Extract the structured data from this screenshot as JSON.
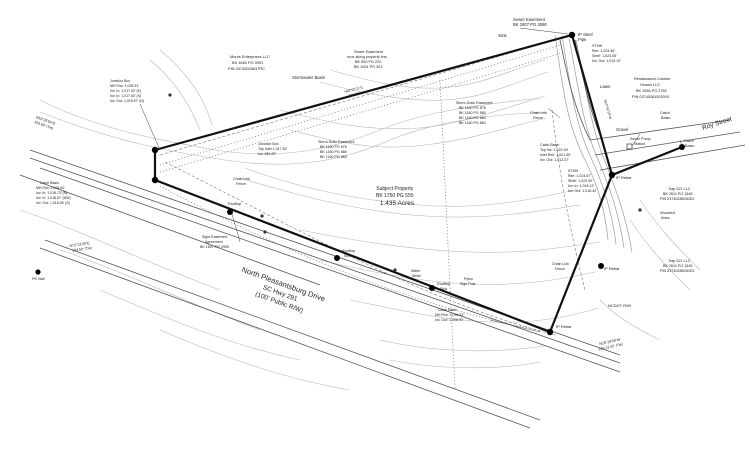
{
  "labels": {
    "sewer_easement_top": [
      "Sewer Easement",
      "BK 1607 PG 2590"
    ],
    "sink": "Sink",
    "ip_steel_pipe": [
      "IP Steel",
      "Pipe"
    ],
    "sewer_easement_2": [
      "Sewer Easement",
      "runs along property line,",
      "BK 890 PG 220",
      "BK 1091 PG 301"
    ],
    "morris_enterprises": [
      "Morris Enterprises LLC",
      "BK 1660 PG 0902",
      "PIN 03740028037RC"
    ],
    "stormwater_basin": "Stormwater Basin",
    "junction_box_left": [
      "Junction Box",
      "MH Rim: 1,028.33'",
      "Inv. In: 1,017.92' (E)",
      "Inv. In: 1,017.60' (S)",
      "Inv. Out: 1,018.57' (N)"
    ],
    "junction_box_mid": [
      "Junction Box",
      "Top Inlet 1,017.82'",
      "Inv. 981.82'"
    ],
    "storm_drain_easement_a": [
      "Storm Drain Easement",
      "BK 1160 PG 876",
      "BK 1160 PG 880",
      "BK 1160 PG 883"
    ],
    "storm_drain_easement_b": [
      "Storm Drain Easement",
      "BK 1160 PG 876",
      "BK 1160 PG 880",
      "BK 1160 PG 883",
      "BK 1160 PG 884"
    ],
    "stmh_top": [
      "STMH",
      "Rim: 1,024.46'",
      "Shelf: 1,023.55'",
      "Inv. Out: 1,019.10'"
    ],
    "lawn": "Lawn",
    "renaissance": [
      "Renaissance Custom",
      "Homes LLC",
      "BK 1556 PG 2755",
      "PIN 03740281003000"
    ],
    "chain_link_fence_a": [
      "Chain Link",
      "Fence"
    ],
    "chain_link_fence_b": [
      "Chain Link",
      "Fence"
    ],
    "chain_link_fence_c": [
      "Chain Link",
      "Fence"
    ],
    "catch_basin_right": [
      "Catch",
      "Basin"
    ],
    "catch_basin_far_right": [
      "Catch",
      "Basin"
    ],
    "gravel": "Gravel",
    "sewer_pump_station": [
      "Sewer Pump",
      "Station"
    ],
    "roy_street": "Roy Street",
    "catch_basin_mid": [
      "Catch Basin",
      "Top Inv: 1,022.49'",
      "Inlet Rim: 1,021.49'",
      "Inv. Out: 1,012.37'"
    ],
    "stmh_mid": [
      "STMH",
      "Rim: 1,024.67'",
      "Shelf: 1,020.90'",
      "Inv. In: 1,018.12'",
      "Inv. Out: 1,018.42'"
    ],
    "ip_rebar_right": "IP Rebar",
    "wooded_area": [
      "Wooded",
      "Area"
    ],
    "tg_221_a": [
      "Trap 221 LLC",
      "BK 2611 PG 1545",
      "PIN 03740286030D2"
    ],
    "tg_221_b": [
      "Trap 221 LLC",
      "BK 2611 PG 1545",
      "PIN 03740286030D3"
    ],
    "ncdot_rw": "NCDOT R/W",
    "catch_basin_left": [
      "Catch Basin",
      "MH Rim: 1,024.60'",
      "Inv. In: 1,018.73' (N)",
      "Inv. In: 1,018.57' (NW)",
      "Inv. Out: 1,018.55' (S)"
    ],
    "subject_property": [
      "Subject Property",
      "BK 1750 PG 555",
      "1.435 Acres"
    ],
    "rooftop_a": "Rooftop",
    "rooftop_b": [
      "Rooftop",
      "Sink"
    ],
    "rooftop_c": [
      "Rooftop",
      "Sink"
    ],
    "sight_easement": [
      "Sight Easement",
      "Agreement",
      "BK 1607 PG 2595"
    ],
    "water_meter": [
      "Water",
      "Meter"
    ],
    "pylon_sign_post": [
      "Pylon",
      "Sign Post"
    ],
    "catch_basin_bottom": [
      "Catch Basin",
      "MH Rim: 1,026.83'",
      "Inv. Out: 1,006.00'"
    ],
    "iron_pipe": "IP Rebar",
    "pk_nail": "PK Nail",
    "north_drive": [
      "North Pleasantsburg Drive",
      "SC Hwy 291",
      "(100' Public R/W)"
    ],
    "left_rw": [
      "N53°25'05\"E",
      "103.58' (Tie)"
    ],
    "left_rw_2": [
      "N72°12'35\"E",
      "104.50' (Tie)"
    ],
    "bottom_right_rw": [
      "N16°19'56\"W",
      "218.13.42' (Tie)"
    ],
    "callout_n13": "N13°42'15\"W",
    "callout_mid_north": [
      "N62°07'11\"E",
      "306.24'"
    ],
    "callout_ip_rebar_top": "IP Rebar"
  }
}
